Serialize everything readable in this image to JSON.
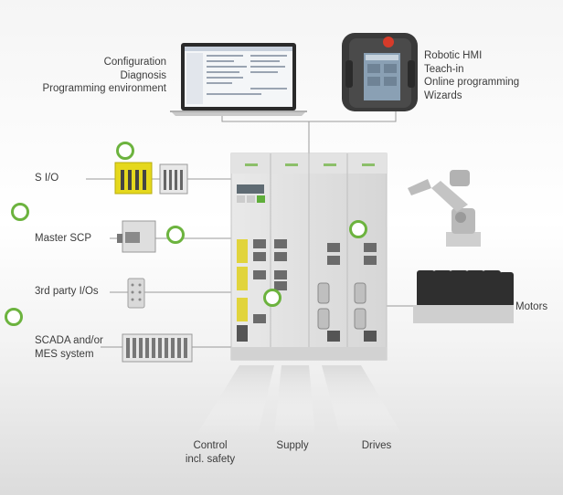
{
  "labels": {
    "top_left": [
      "Configuration",
      "Diagnosis",
      "Programming environment"
    ],
    "top_right": [
      "Robotic HMI",
      "Teach-in",
      "Online programming",
      "Wizards"
    ],
    "s_io": "S I/O",
    "master_scp": "Master SCP",
    "third_party": "3rd party I/Os",
    "scada": [
      "SCADA and/or",
      "MES system"
    ],
    "motors": "Motors",
    "bottom_control": [
      "Control",
      "incl. safety"
    ],
    "bottom_supply": "Supply",
    "bottom_drives": "Drives"
  },
  "colors": {
    "accent_green": "#6cb33e",
    "io_yellow": "#e5d81c",
    "line_gray": "#9a9a9a"
  }
}
